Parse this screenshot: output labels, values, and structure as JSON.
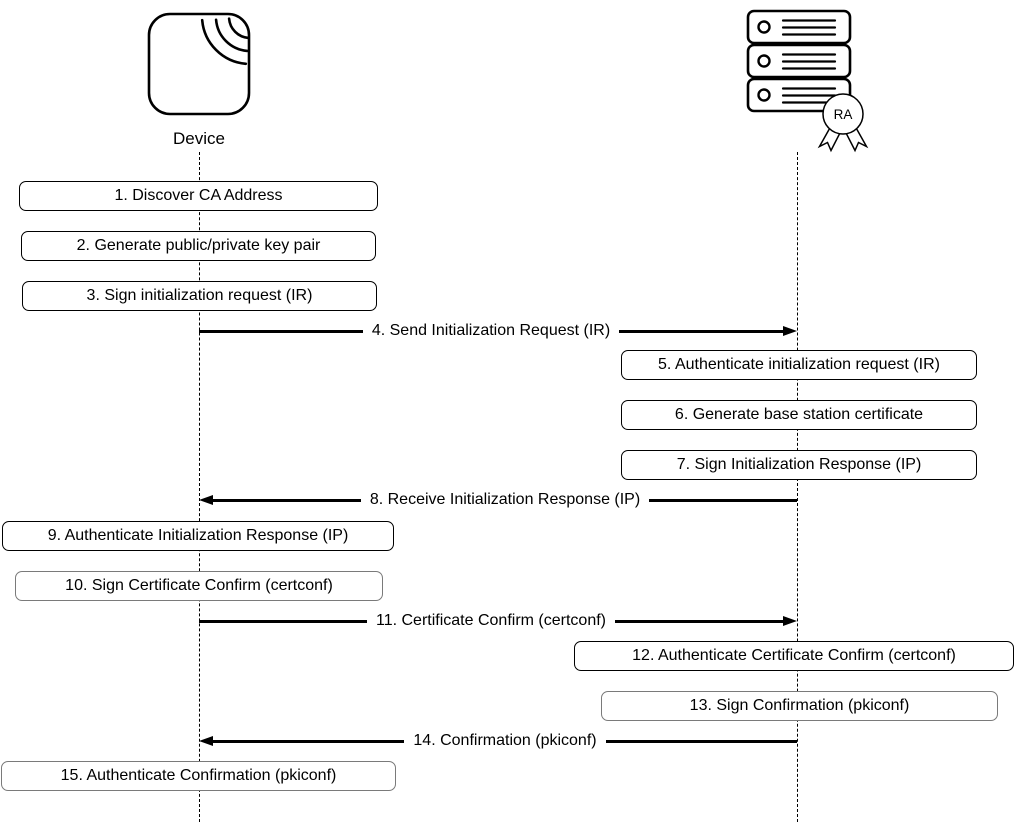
{
  "colors": {
    "line": "#000000",
    "box-border": "#000000",
    "box-border-alt": "#7a7a7a",
    "text": "#000000",
    "background": "#ffffff"
  },
  "actors": {
    "device": {
      "label": "Device",
      "icon": "wireless-device-icon"
    },
    "ra": {
      "badge": "RA",
      "icon": "server-stack-icon"
    }
  },
  "steps": [
    {
      "kind": "action",
      "lane": "device",
      "label": "1. Discover CA Address"
    },
    {
      "kind": "action",
      "lane": "device",
      "label": "2. Generate public/private key pair"
    },
    {
      "kind": "action",
      "lane": "device",
      "label": "3. Sign initialization request (IR)"
    },
    {
      "kind": "message",
      "from": "device",
      "to": "ra",
      "label": "4. Send Initialization Request (IR)"
    },
    {
      "kind": "action",
      "lane": "ra",
      "label": "5. Authenticate initialization request (IR)"
    },
    {
      "kind": "action",
      "lane": "ra",
      "label": "6. Generate base station certificate"
    },
    {
      "kind": "action",
      "lane": "ra",
      "label": "7. Sign Initialization Response (IP)"
    },
    {
      "kind": "message",
      "from": "ra",
      "to": "device",
      "label": "8. Receive Initialization Response (IP)"
    },
    {
      "kind": "action",
      "lane": "device",
      "label": "9. Authenticate Initialization Response (IP)"
    },
    {
      "kind": "action",
      "lane": "device",
      "label": "10. Sign Certificate Confirm (certconf)"
    },
    {
      "kind": "message",
      "from": "device",
      "to": "ra",
      "label": "11. Certificate Confirm (certconf)"
    },
    {
      "kind": "action",
      "lane": "ra",
      "label": "12. Authenticate Certificate Confirm (certconf)"
    },
    {
      "kind": "action",
      "lane": "ra",
      "label": "13. Sign Confirmation (pkiconf)"
    },
    {
      "kind": "message",
      "from": "ra",
      "to": "device",
      "label": "14. Confirmation (pkiconf)"
    },
    {
      "kind": "action",
      "lane": "device",
      "label": "15. Authenticate Confirmation (pkiconf)"
    }
  ]
}
